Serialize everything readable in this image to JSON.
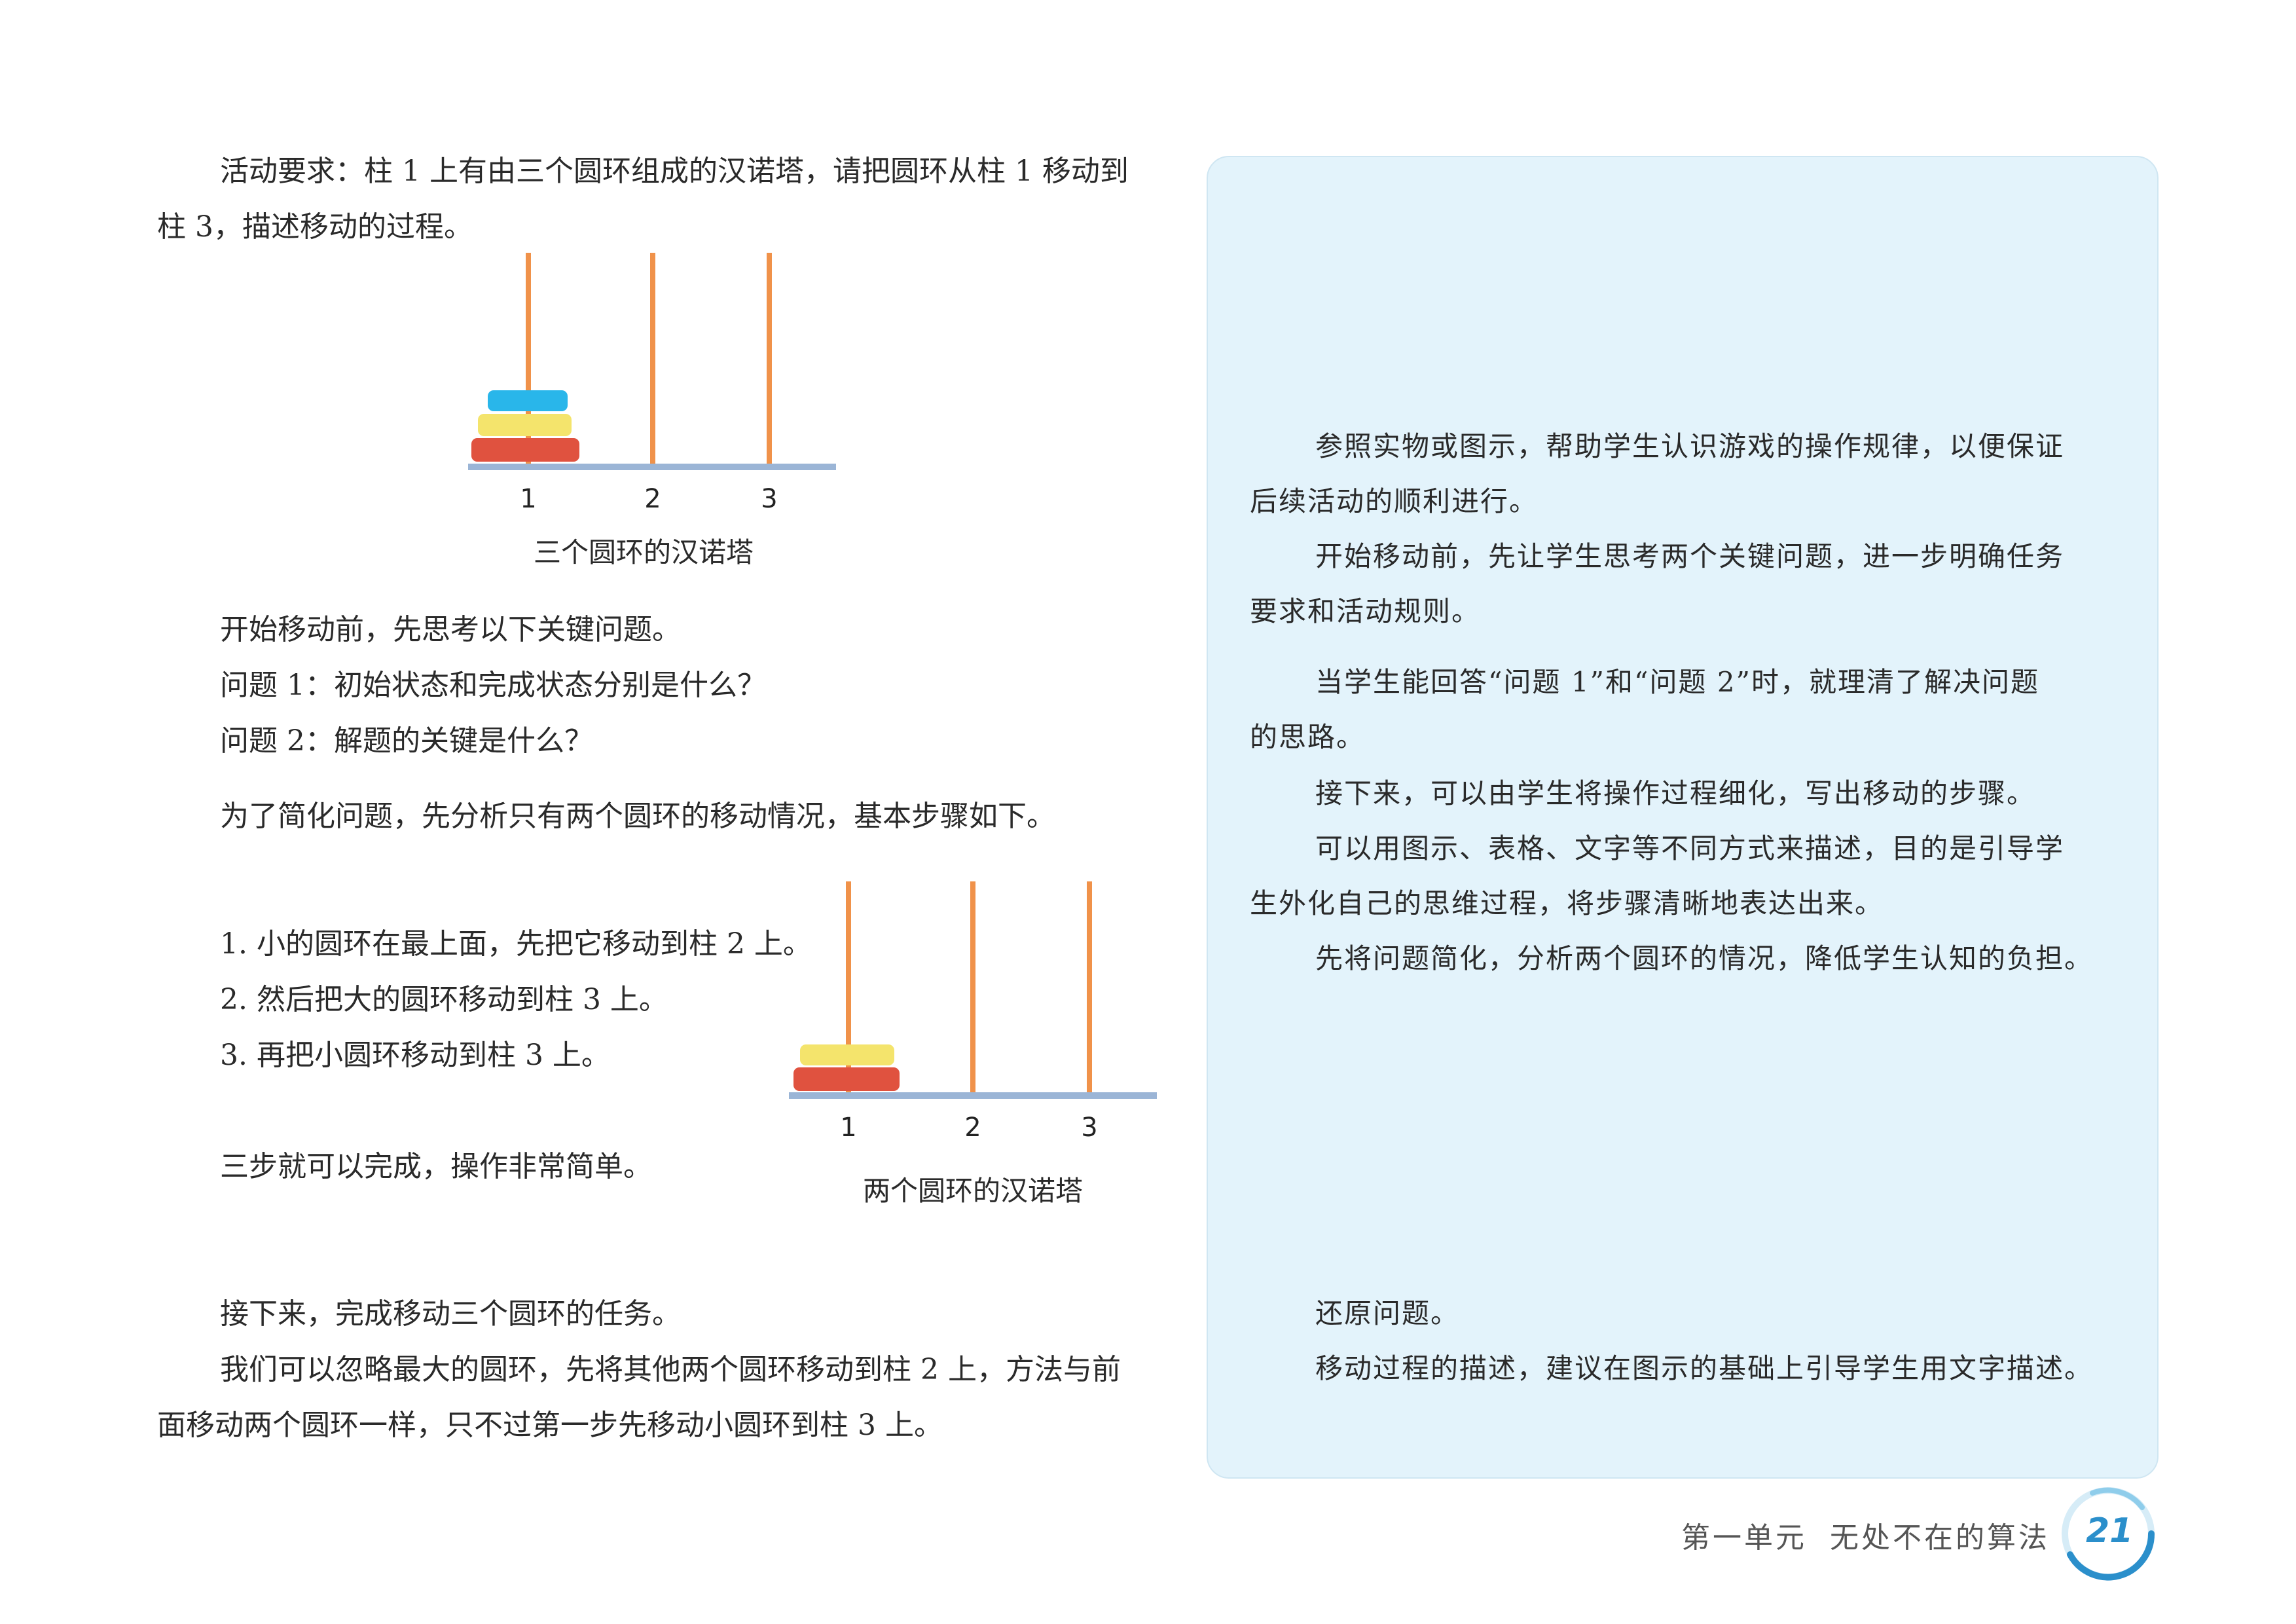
{
  "left": {
    "intro_line1": "活动要求：柱 1 上有由三个圆环组成的汉诺塔，请把圆环从柱 1 移动到",
    "intro_line2": "柱 3，描述移动的过程。",
    "fig1": {
      "labels": [
        "1",
        "2",
        "3"
      ],
      "caption": "三个圆环的汉诺塔"
    },
    "think_intro": "开始移动前，先思考以下关键问题。",
    "q1": "问题 1：初始状态和完成状态分别是什么？",
    "q2": "问题 2：解题的关键是什么？",
    "simplify": "为了简化问题，先分析只有两个圆环的移动情况，基本步骤如下。",
    "steps": [
      "1. 小的圆环在最上面，先把它移动到柱 2 上。",
      "2. 然后把大的圆环移动到柱 3 上。",
      "3. 再把小圆环移动到柱 3 上。"
    ],
    "three_steps": "三步就可以完成，操作非常简单。",
    "fig2": {
      "labels": [
        "1",
        "2",
        "3"
      ],
      "caption": "两个圆环的汉诺塔"
    },
    "next": "接下来，完成移动三个圆环的任务。",
    "ignore_line1": "我们可以忽略最大的圆环，先将其他两个圆环移动到柱 2 上，方法与前",
    "ignore_line2": "面移动两个圆环一样，只不过第一步先移动小圆环到柱 3 上。"
  },
  "notes": {
    "n1a": "参照实物或图示，帮助学生认识游戏的操作规律，以便保证",
    "n1b": "后续活动的顺利进行。",
    "n2a": "开始移动前，先让学生思考两个关键问题，进一步明确任务",
    "n2b": "要求和活动规则。",
    "n3a": "当学生能回答“问题 1”和“问题 2”时，就理清了解决问题",
    "n3b": "的思路。",
    "n4": "接下来，可以由学生将操作过程细化，写出移动的步骤。",
    "n5a": "可以用图示、表格、文字等不同方式来描述，目的是引导学",
    "n5b": "生外化自己的思维过程，将步骤清晰地表达出来。",
    "n6": "先将问题简化，分析两个圆环的情况，降低学生认知的负担。",
    "n7": "还原问题。",
    "n8": "移动过程的描述，建议在图示的基础上引导学生用文字描述。"
  },
  "footer": {
    "unit": "第一单元",
    "title": "无处不在的算法",
    "page": "21"
  },
  "colors": {
    "peg": "#f0924a",
    "base": "#9bb5d6",
    "ring_small": "#29b6ea",
    "ring_mid": "#f4e46c",
    "ring_large": "#e0523f",
    "notes_bg": "#e3f3fb",
    "page_num": "#2b8fcb"
  }
}
